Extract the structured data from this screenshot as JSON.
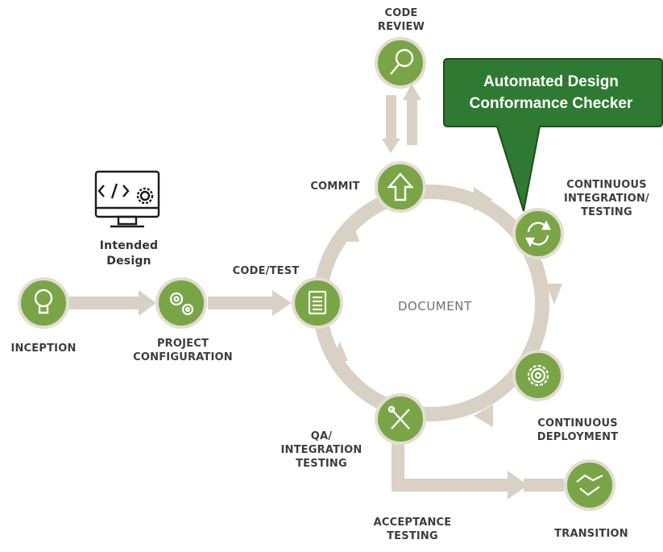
{
  "colors": {
    "node_fill": "#79a547",
    "node_ring": "#d8d1c5",
    "arrow": "#d9d1c4",
    "callout_fill": "#2f7a32",
    "callout_stroke": "#1d4d1e",
    "label": "#3d3d3d"
  },
  "center_label": "DOCUMENT",
  "callout": {
    "lines": [
      "Automated Design",
      "Conformance Checker"
    ]
  },
  "intended_design": {
    "icon": "code-monitor-gear-icon",
    "lines": [
      "Intended",
      "Design"
    ]
  },
  "nodes": [
    {
      "id": "inception",
      "icon": "lightbulb-icon",
      "lines": [
        "INCEPTION"
      ]
    },
    {
      "id": "project-configuration",
      "icon": "gears-icon",
      "lines": [
        "PROJECT",
        "CONFIGURATION"
      ]
    },
    {
      "id": "code-test",
      "icon": "document-icon",
      "lines": [
        "CODE/TEST"
      ]
    },
    {
      "id": "commit",
      "icon": "upload-arrow-icon",
      "lines": [
        "COMMIT"
      ]
    },
    {
      "id": "code-review",
      "icon": "magnifier-icon",
      "lines": [
        "CODE",
        "REVIEW"
      ]
    },
    {
      "id": "continuous-integration",
      "icon": "refresh-icon",
      "lines": [
        "CONTINUOUS",
        "INTEGRATION/",
        "TESTING"
      ]
    },
    {
      "id": "continuous-deployment",
      "icon": "gear-icon",
      "lines": [
        "CONTINUOUS",
        "DEPLOYMENT"
      ]
    },
    {
      "id": "qa-integration",
      "icon": "tools-icon",
      "lines": [
        "QA/",
        "INTEGRATION",
        "TESTING"
      ]
    },
    {
      "id": "acceptance-testing",
      "icon": "",
      "lines": [
        "ACCEPTANCE",
        "TESTING"
      ]
    },
    {
      "id": "transition",
      "icon": "handshake-icon",
      "lines": [
        "TRANSITION"
      ]
    }
  ]
}
